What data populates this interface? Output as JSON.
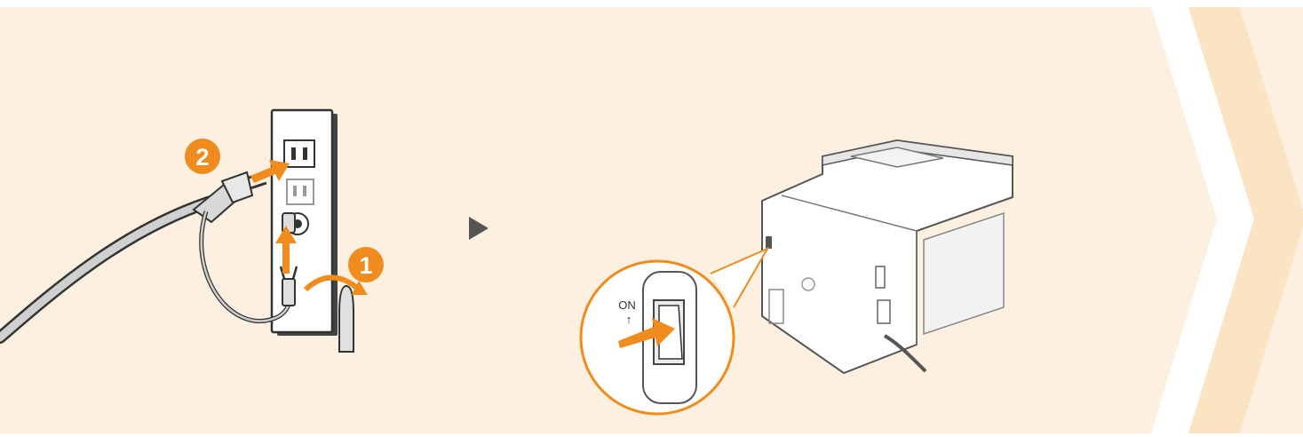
{
  "steps": {
    "connect_ground": {
      "number": "1"
    },
    "plug_in": {
      "number": "2"
    }
  },
  "power_switch": {
    "label": "ON",
    "arrow": "↑"
  },
  "icons": {
    "next_arrow": "play-triangle-icon",
    "chevrons": "double-chevron-icon"
  },
  "colors": {
    "background": "#fdf0e0",
    "accent_orange": "#f08c1e",
    "chevron": "#fbe4c3",
    "line": "#333333"
  }
}
